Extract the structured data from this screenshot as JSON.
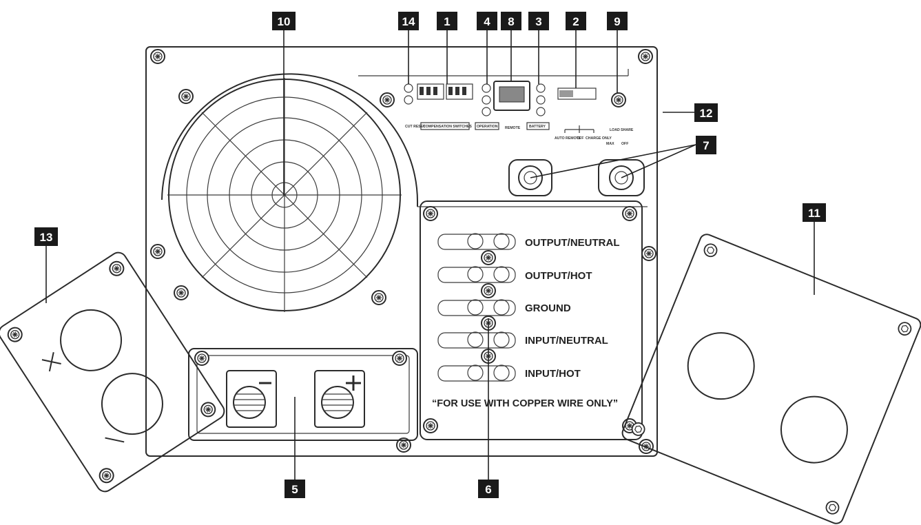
{
  "callouts": [
    {
      "id": "14",
      "label": "14"
    },
    {
      "id": "1",
      "label": "1"
    },
    {
      "id": "4",
      "label": "4"
    },
    {
      "id": "8",
      "label": "8"
    },
    {
      "id": "3",
      "label": "3"
    },
    {
      "id": "2",
      "label": "2"
    },
    {
      "id": "9",
      "label": "9"
    },
    {
      "id": "10",
      "label": "10"
    },
    {
      "id": "12",
      "label": "12"
    },
    {
      "id": "7",
      "label": "7"
    },
    {
      "id": "11",
      "label": "11"
    },
    {
      "id": "13",
      "label": "13"
    },
    {
      "id": "5",
      "label": "5"
    },
    {
      "id": "6",
      "label": "6"
    }
  ],
  "terminals": [
    "OUTPUT/NEUTRAL",
    "OUTPUT/HOT",
    "GROUND",
    "INPUT/NEUTRAL",
    "INPUT/HOT"
  ],
  "copper_note": "“FOR USE WITH COPPER WIRE ONLY”",
  "panel_labels": {
    "cut_reset": "CUT RESET",
    "compensation": "COMPENSATION SWITCHES",
    "operation": "OPERATION",
    "remote": "REMOTE",
    "battery": "BATTERY",
    "auto_remote": "AUTO REMOTE",
    "off": "OFF",
    "charge_only": "CHARGE ONLY",
    "load_share": "LOAD SHARE",
    "max": "MAX",
    "off2": "OFF"
  },
  "icons": {
    "fan": "fan-grille-icon",
    "screw": "screw-icon",
    "plus": "plus-sign-icon",
    "minus": "minus-sign-icon"
  }
}
